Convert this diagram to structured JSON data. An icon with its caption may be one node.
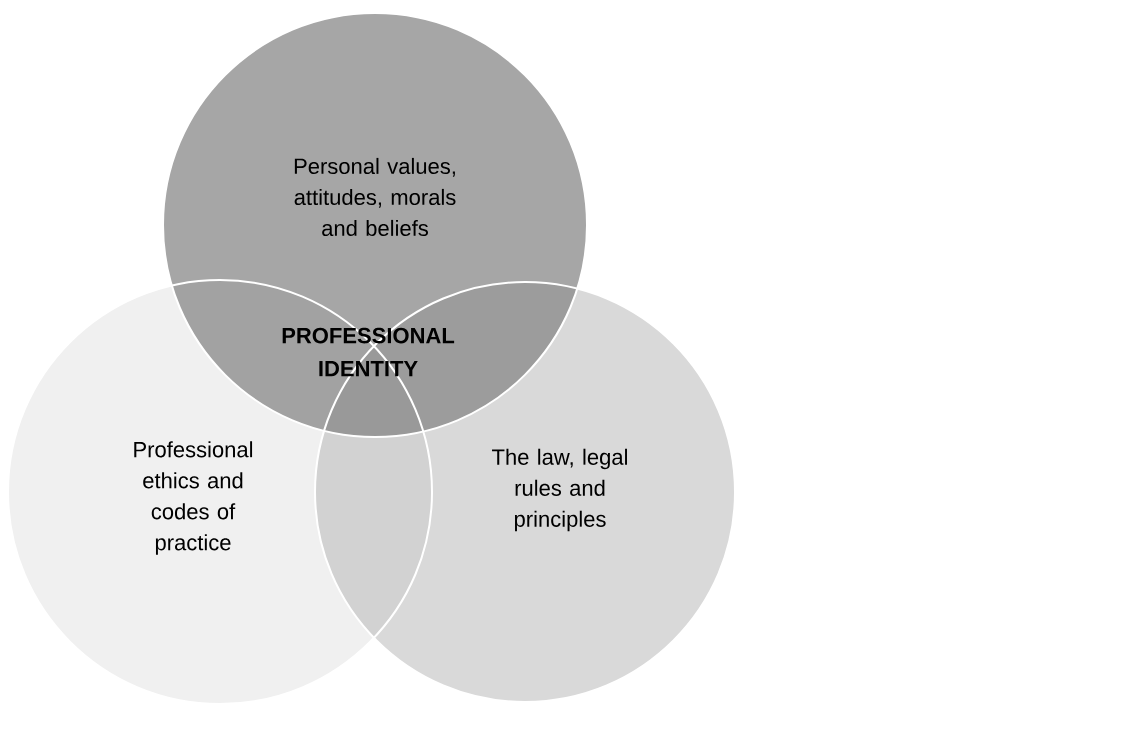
{
  "diagram": {
    "nodes": [
      {
        "text": [
          "Personal values, attitudes, morals and beliefs"
        ]
      },
      {
        "text": [
          "Professional ethics and codes of practice"
        ]
      },
      {
        "text": [
          "The law, legal rules and principles"
        ]
      }
    ],
    "labels": [
      "PROFESSIONAL IDENTITY"
    ]
  }
}
